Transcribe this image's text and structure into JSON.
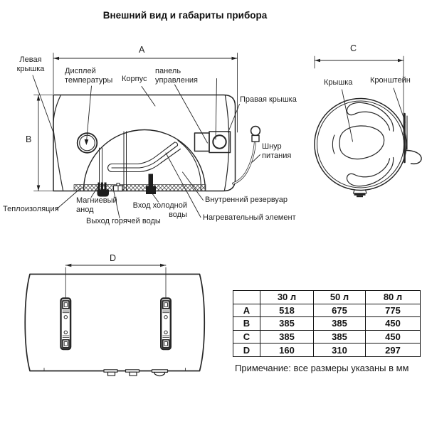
{
  "title": "Внешний вид и габариты прибора",
  "side_view": {
    "dim_a": "A",
    "dim_b": "B",
    "labels": {
      "left_cover": "Левая\nкрышка",
      "temp_display": "Дисплей\nтемпературы",
      "body": "Корпус",
      "control_panel": "панель\nуправления",
      "right_cover": "Правая крышка",
      "power_cord": "Шнур\nпитания",
      "insulation": "Теплоизоляция",
      "magnesium_anode": "Магниевый\nанод",
      "hot_water_outlet": "Выход горячей воды",
      "cold_water_inlet": "Вход холодной\nводы",
      "inner_tank": "Внутренний резервуар",
      "heating_element": "Нагревательный элемент"
    }
  },
  "end_view": {
    "dim_c": "C",
    "labels": {
      "cover": "Крышка",
      "bracket": "Кронштейн"
    }
  },
  "bottom_view": {
    "dim_d": "D"
  },
  "dimensions_table": {
    "columns": [
      "",
      "30 л",
      "50 л",
      "80 л"
    ],
    "rows": [
      {
        "label": "A",
        "values": [
          "518",
          "675",
          "775"
        ]
      },
      {
        "label": "B",
        "values": [
          "385",
          "385",
          "450"
        ]
      },
      {
        "label": "C",
        "values": [
          "385",
          "385",
          "450"
        ]
      },
      {
        "label": "D",
        "values": [
          "160",
          "310",
          "297"
        ]
      }
    ]
  },
  "note": "Примечание: все размеры указаны в мм"
}
